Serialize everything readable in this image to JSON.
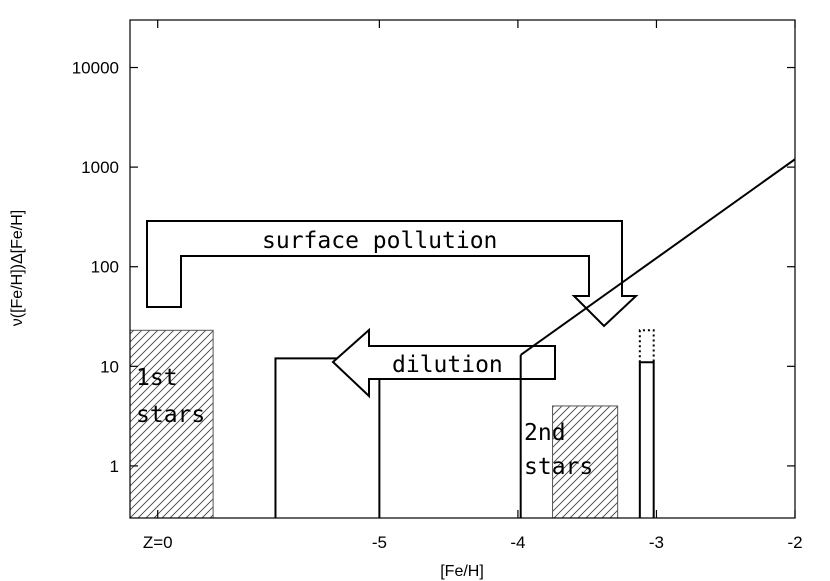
{
  "chart_data": {
    "type": "histogram",
    "xlabel": "[Fe/H]",
    "ylabel": "ν([Fe/H])Δ[Fe/H]",
    "xlim": [
      -6.8,
      -2
    ],
    "ylim": [
      0.3,
      30000
    ],
    "y_scale": "log",
    "grid": false,
    "x_ticks": [
      {
        "value": -6.6,
        "label": "Z=0"
      },
      {
        "value": -5,
        "label": "-5"
      },
      {
        "value": -4,
        "label": "-4"
      },
      {
        "value": -3,
        "label": "-3"
      },
      {
        "value": -2,
        "label": "-2"
      }
    ],
    "y_ticks": [
      {
        "value": 1,
        "label": "1"
      },
      {
        "value": 10,
        "label": "10"
      },
      {
        "value": 100,
        "label": "100"
      },
      {
        "value": 1000,
        "label": "1000"
      },
      {
        "value": 10000,
        "label": "10000"
      }
    ],
    "series": [
      {
        "style": "hatched",
        "bars": [
          {
            "x0": -7.0,
            "x1": -6.2,
            "y": 23
          },
          {
            "x0": -3.75,
            "x1": -3.28,
            "y": 4
          }
        ]
      },
      {
        "style": "solid",
        "bars": [
          {
            "x0": -5.75,
            "x1": -5.0,
            "y": 12
          },
          {
            "x0": -3.12,
            "x1": -3.02,
            "y": 11
          }
        ]
      },
      {
        "style": "dotted",
        "bars": [
          {
            "x0": -3.12,
            "x1": -3.02,
            "y": 23
          }
        ]
      },
      {
        "style": "line",
        "points": [
          {
            "x": -3.98,
            "y": 13
          },
          {
            "x": -2.0,
            "y": 1200
          }
        ]
      }
    ],
    "annotations": {
      "first_stars": "1st\nstars",
      "second_stars": "2nd\nstars",
      "dilution": "dilution",
      "surface_pollution": "surface pollution"
    }
  }
}
